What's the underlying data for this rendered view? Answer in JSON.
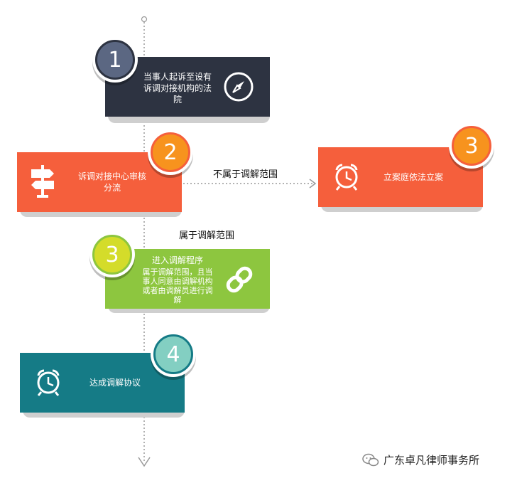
{
  "colors": {
    "navy": "#2d3341",
    "orange": "#f55f3c",
    "orange_circle": "#f7931e",
    "green": "#8dc63f",
    "green_circle": "#d4dc2a",
    "teal": "#157b86",
    "teal_circle": "#83cfc2",
    "slate_circle": "#5b6782"
  },
  "steps": [
    {
      "number": "1",
      "text": "当事人起诉至设有\n诉调对接机构的法\n院",
      "icon": "compass-icon"
    },
    {
      "number": "2",
      "text": "诉调对接中心审核\n分流",
      "icon": "signpost-icon"
    },
    {
      "number": "3",
      "text": "立案庭依法立案",
      "icon": "alarm-clock-icon"
    },
    {
      "number": "3",
      "title": "进入调解程序",
      "text": "属于调解范围，且当\n事人同意由调解机构\n或者由调解员进行调\n解",
      "icon": "chain-link-icon"
    },
    {
      "number": "4",
      "text": "达成调解协议",
      "icon": "alarm-clock-icon"
    }
  ],
  "branches": {
    "not_in_scope": "不属于调解范围",
    "in_scope": "属于调解范围"
  },
  "watermark": {
    "text": "广东卓凡律师事务所",
    "icon": "wechat-icon"
  }
}
